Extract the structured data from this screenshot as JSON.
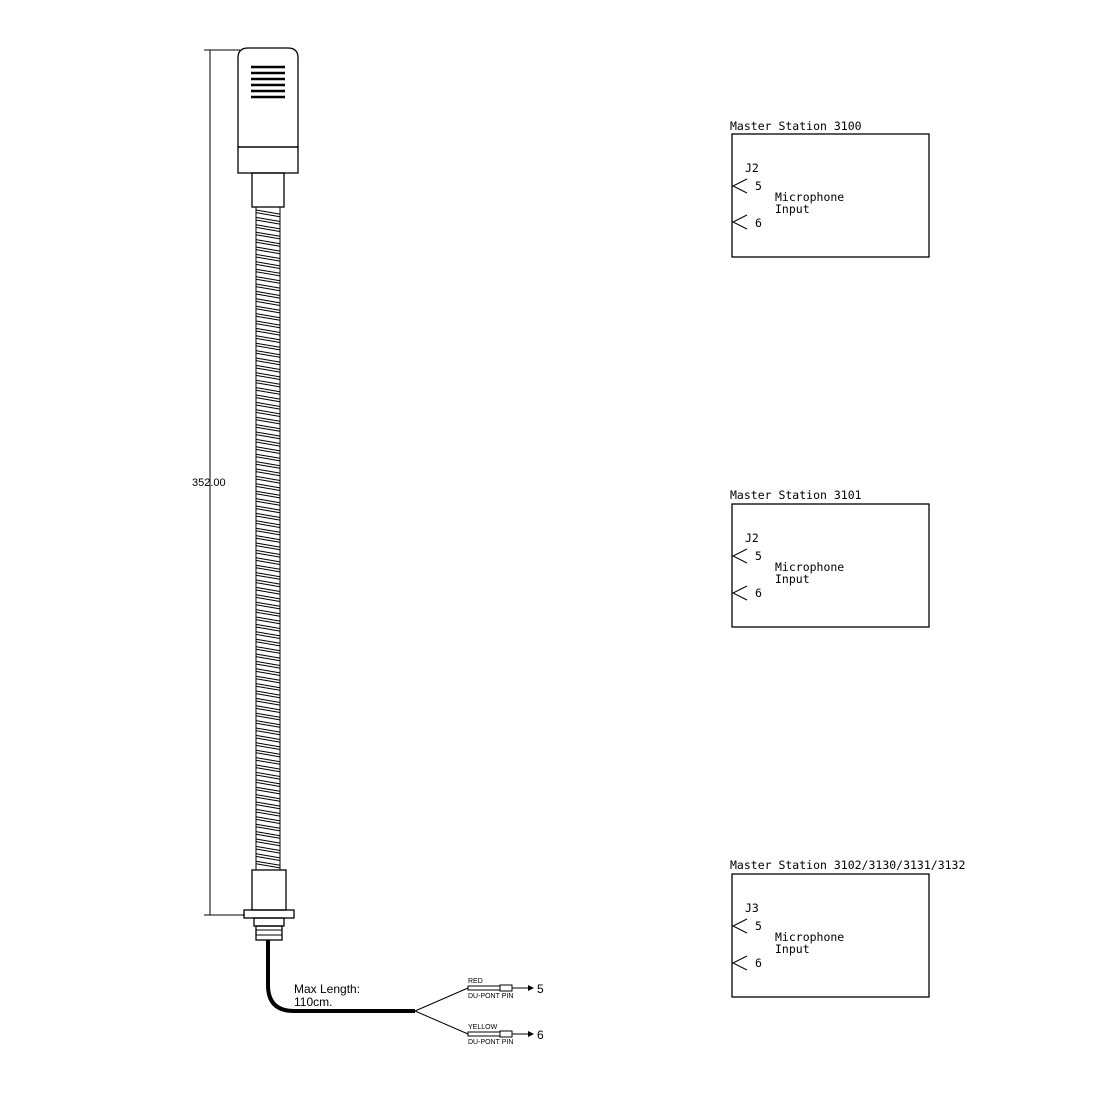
{
  "microphone": {
    "dimension_label": "352.00",
    "cable_label_line1": "Max Length:",
    "cable_label_line2": "110cm.",
    "wires": [
      {
        "color_label": "RED",
        "connector_label": "DU-PONT PIN",
        "pin": "5"
      },
      {
        "color_label": "YELLOW",
        "connector_label": "DU-PONT PIN",
        "pin": "6"
      }
    ]
  },
  "stations": [
    {
      "title": "Master Station 3100",
      "connector": "J2",
      "pin_a": "5",
      "pin_b": "6",
      "label_line1": "Microphone",
      "label_line2": "Input"
    },
    {
      "title": "Master Station 3101",
      "connector": "J2",
      "pin_a": "5",
      "pin_b": "6",
      "label_line1": "Microphone",
      "label_line2": "Input"
    },
    {
      "title": "Master Station 3102/3130/3131/3132",
      "connector": "J3",
      "pin_a": "5",
      "pin_b": "6",
      "label_line1": "Microphone",
      "label_line2": "Input"
    }
  ]
}
